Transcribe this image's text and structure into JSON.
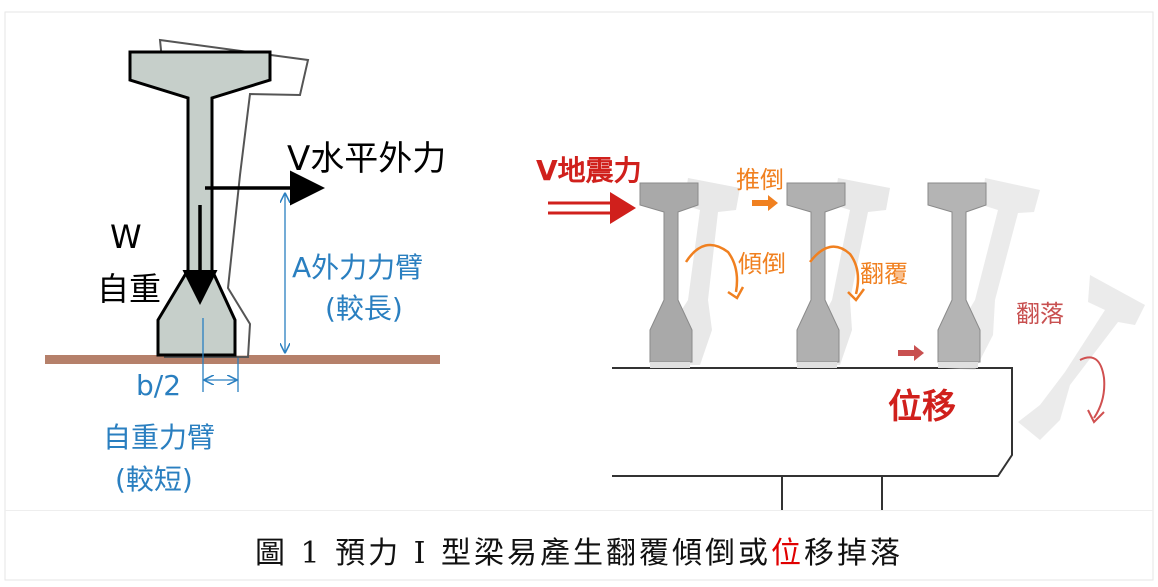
{
  "left": {
    "v_force_label": "V水平外力",
    "w_label": "W",
    "self_weight_label": "自重",
    "a_arm_label": "A外力力臂",
    "a_arm_note": "(較長)",
    "b_half_label": "b/2",
    "self_arm_label": "自重力臂",
    "self_arm_note": "(較短)"
  },
  "right": {
    "quake_label": "V地震力",
    "push_label": "推倒",
    "tilt_label": "傾倒",
    "overturn_label": "翻覆",
    "fall_label": "翻落",
    "displace_label": "位移"
  },
  "caption": {
    "prefix": "圖 1  預力 I 型梁易產生翻覆傾倒或",
    "highlight": "位",
    "suffix": "移掉落"
  },
  "colors": {
    "ground": "#b5806a",
    "beam_fill": "#c6cfca",
    "blue_text": "#2a7fc0",
    "red": "#d0201c",
    "orange": "#f08020",
    "pink": "#c85050"
  }
}
